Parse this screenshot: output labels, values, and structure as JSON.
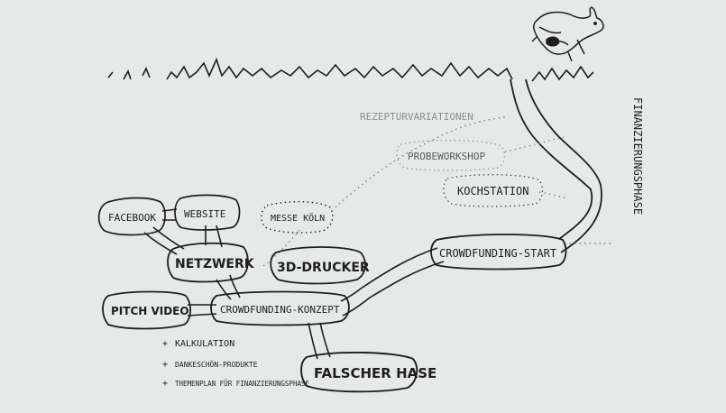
{
  "diagram": {
    "phase_label": "FINANZIERUNGSPHASE",
    "nodes": {
      "facebook": "FACEBOOK",
      "website": "WEBSITE",
      "messe_koeln": "MESSE KÖLN",
      "netzwerk": "NETZWERK",
      "drucker": "3D-DRUCKER",
      "pitch_video": "PITCH VIDEO",
      "crowdfunding_konzept": "CROWDFUNDING-KONZEPT",
      "crowdfunding_start": "CROWDFUNDING-START",
      "falscher_hase": "FALSCHER HASE",
      "kochstation": "KOCHSTATION",
      "probeworkshop": "PROBEWORKSHOP",
      "rezepturvariationen": "REZEPTURVARIATIONEN"
    },
    "bullets": [
      "KALKULATION",
      "DANKESCHÖN-PRODUKTE",
      "THEMENPLAN FÜR FINANZIERUNGSPHASE"
    ]
  },
  "colors": {
    "background": "#e7e9e9",
    "ink": "#1e1e1e",
    "faint_ink": "#8c8f90"
  },
  "icons": [
    "rabbit-icon",
    "grass-line"
  ]
}
